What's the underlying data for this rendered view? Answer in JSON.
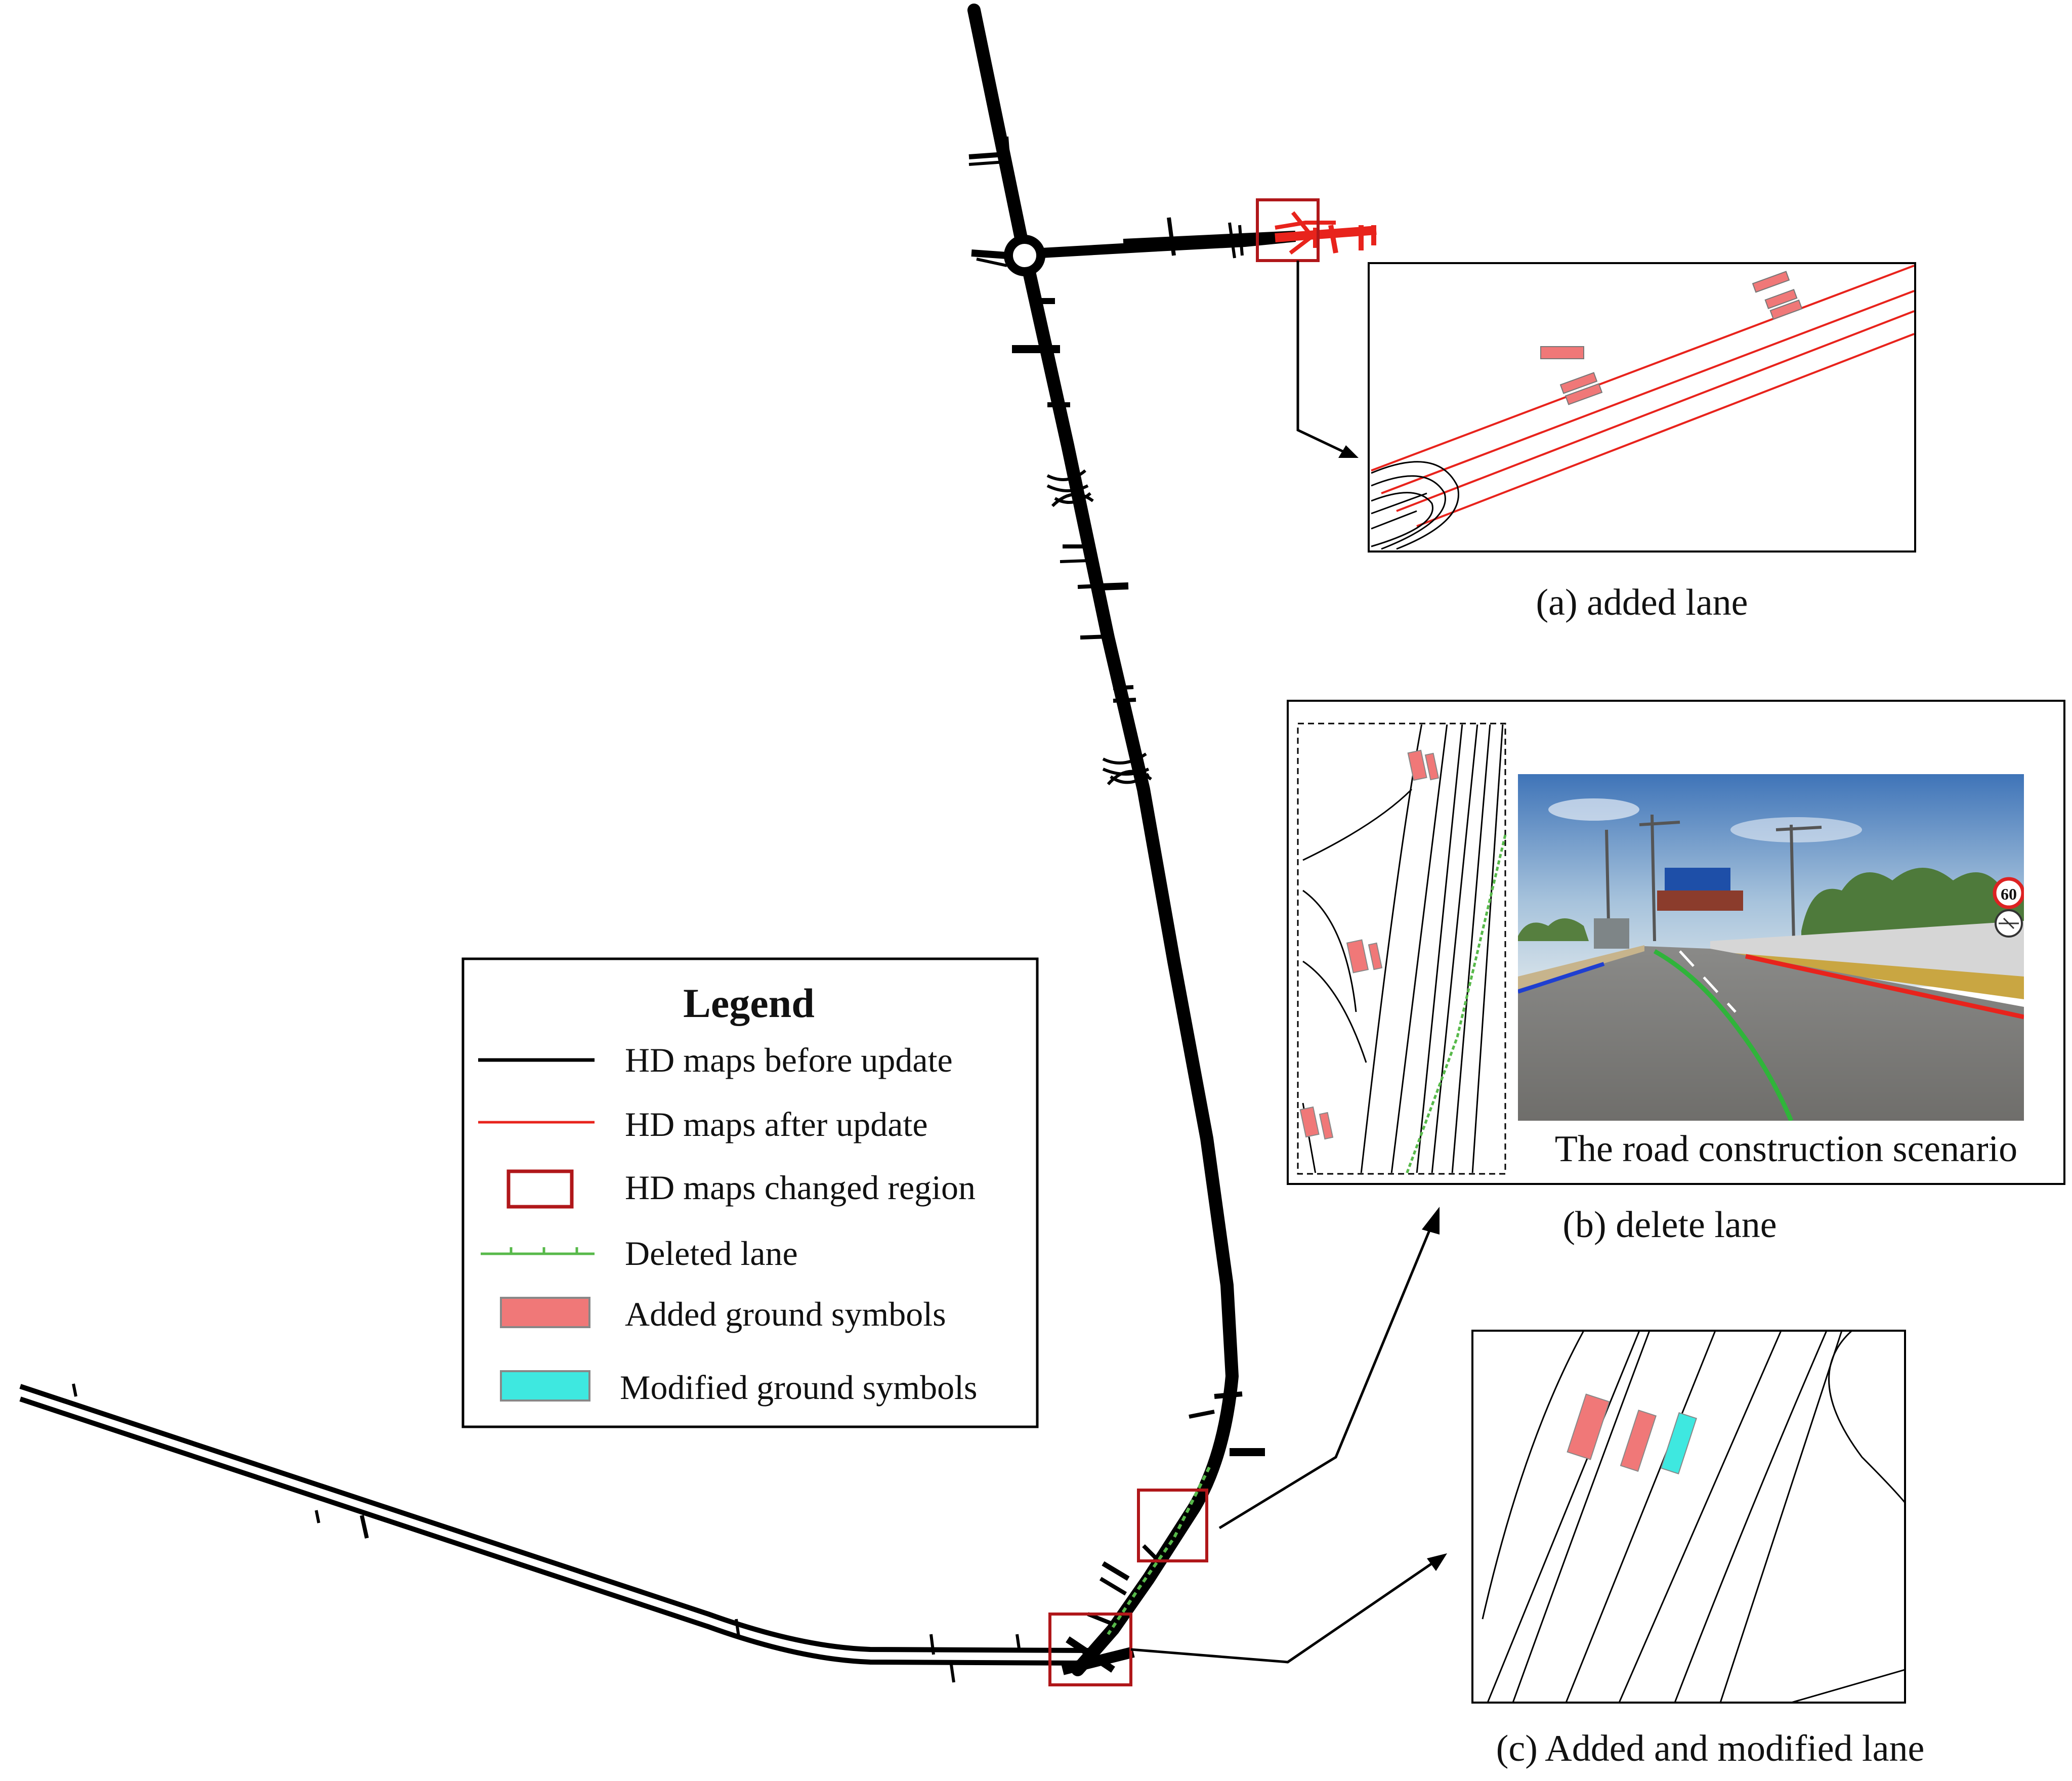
{
  "legend": {
    "title": "Legend",
    "items": [
      {
        "label": "HD maps before update",
        "color": "#000000"
      },
      {
        "label": "HD maps after update",
        "color": "#e8231c"
      },
      {
        "label": "HD maps changed region",
        "color": "#b0171a"
      },
      {
        "label": "Deleted lane",
        "color": "#57b94a"
      },
      {
        "label": "Added ground symbols",
        "color": "#f07878"
      },
      {
        "label": "Modified ground symbols",
        "color": "#3ee8e0"
      }
    ]
  },
  "panels": {
    "a": {
      "caption": "(a) added lane"
    },
    "b": {
      "caption": "(b) delete lane",
      "photo_caption": "The road construction scenario",
      "sign_speed": "60"
    },
    "c": {
      "caption": "(c) Added and modified lane"
    }
  },
  "colors": {
    "road": "#000000",
    "updated": "#e8231c",
    "changed_box": "#b0171a",
    "deleted": "#57b94a",
    "added_symbol": "#f07878",
    "modified_symbol": "#3ee8e0"
  }
}
